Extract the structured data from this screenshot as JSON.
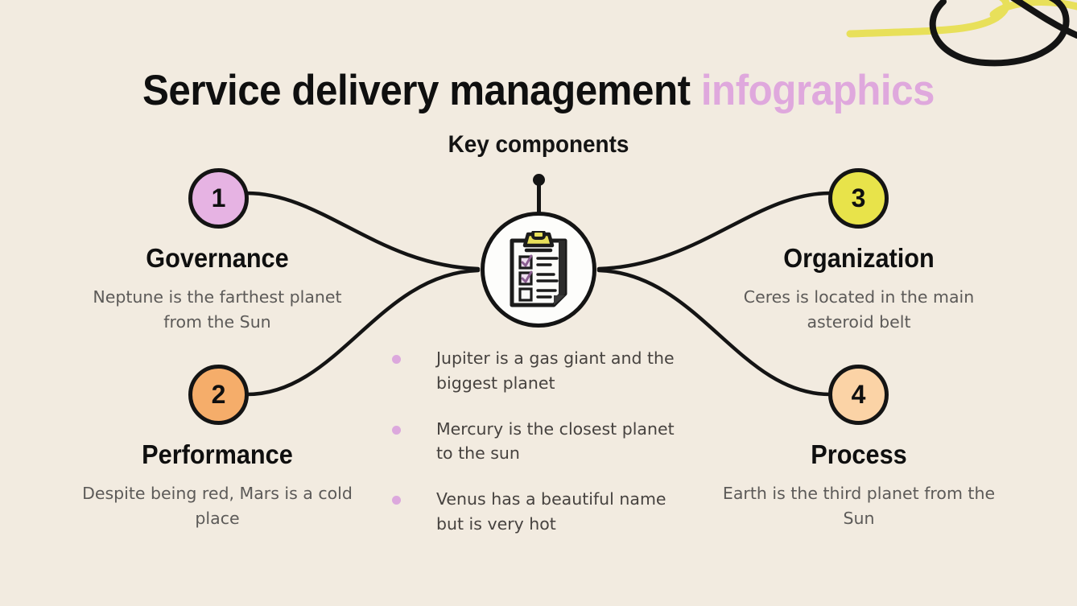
{
  "background_color": "#f2ebe0",
  "header": {
    "title_main": "Service delivery management",
    "title_accent": "infographics",
    "subtitle": "Key components"
  },
  "center": {
    "icon": "clipboard-checklist-icon",
    "stem_dot": "pin-dot"
  },
  "nodes": [
    {
      "number": "1",
      "color": "#e6b3e3"
    },
    {
      "number": "2",
      "color": "#f5ad6a"
    },
    {
      "number": "3",
      "color": "#e8e34a"
    },
    {
      "number": "4",
      "color": "#fbd3a6"
    }
  ],
  "sections": [
    {
      "key": "governance",
      "title": "Governance",
      "description": "Neptune is the farthest planet from the Sun"
    },
    {
      "key": "performance",
      "title": "Performance",
      "description": "Despite being red, Mars is a cold place"
    },
    {
      "key": "organization",
      "title": "Organization",
      "description": "Ceres is located in the main asteroid belt"
    },
    {
      "key": "process",
      "title": "Process",
      "description": "Earth is the third planet from the Sun"
    }
  ],
  "bullets": [
    {
      "text": "Jupiter is a gas giant and the biggest planet"
    },
    {
      "text": "Mercury is the closest planet to the sun"
    },
    {
      "text": "Venus has a beautiful name but is very hot"
    }
  ],
  "decorations": {
    "squiggle_yellow_color": "#e8e05a",
    "squiggle_black_color": "#141414"
  },
  "accent_colors": {
    "pink": "#dfa8dd",
    "bullet_dot": "#dca8dd",
    "line": "#141414",
    "body_text": "#5c5a58",
    "heading_text": "#0f0f0f"
  }
}
